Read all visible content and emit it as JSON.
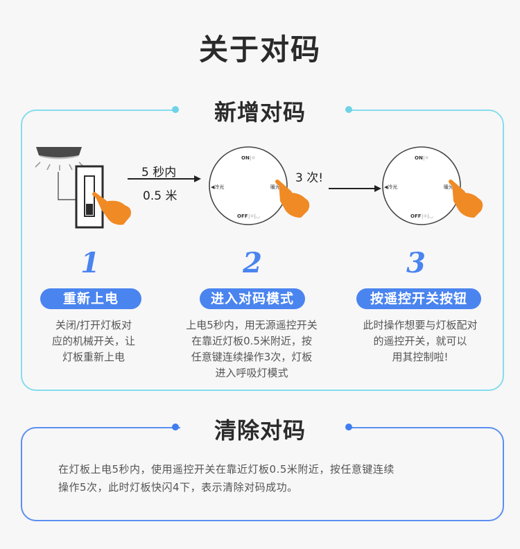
{
  "page": {
    "title": "关于对码"
  },
  "add_section": {
    "title": "新增对码",
    "illustration": {
      "arrow1_top": "5 秒内",
      "arrow1_bottom": "0.5 米",
      "arrow2_label": "3 次!",
      "remote_on": "ON",
      "remote_off": "OFF",
      "remote_left": "冷光",
      "remote_right": "暖光"
    },
    "steps": [
      {
        "number": "1",
        "title": "重新上电",
        "description_lines": [
          "关闭/打开灯板对",
          "应的机械开关，让",
          "灯板重新上电"
        ]
      },
      {
        "number": "2",
        "title": "进入对码模式",
        "description_lines": [
          "上电5秒内，用无源遥控开关",
          "在靠近灯板0.5米附近，按",
          "任意键连续操作3次，灯板",
          "进入呼吸灯模式"
        ]
      },
      {
        "number": "3",
        "title": "按遥控开关按钮",
        "description_lines": [
          "此时操作想要与灯板配对",
          "的遥控开关，就可以",
          "用其控制啦!"
        ]
      }
    ]
  },
  "clear_section": {
    "title": "清除对码",
    "description_lines": [
      "在灯板上电5秒内，使用遥控开关在靠近灯板0.5米附近，按任意键连续",
      "操作5次，此时灯板快闪4下，表示清除对码成功。"
    ]
  },
  "colors": {
    "accent_blue": "#4a84ef",
    "accent_cyan": "#86dcec",
    "hand_orange": "#f08a24"
  }
}
